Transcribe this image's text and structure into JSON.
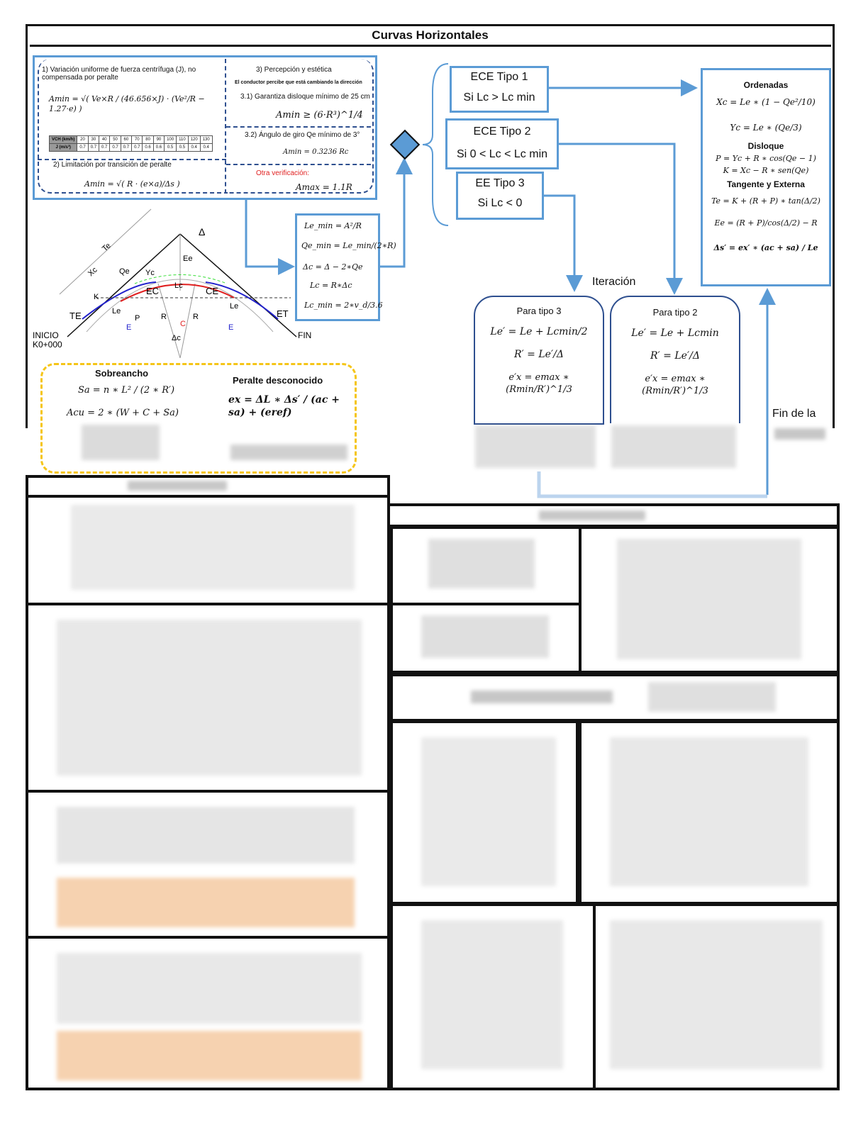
{
  "title": "Curvas Horizontales",
  "criteria_box": {
    "c1_title": "1) Variación uniforme de fuerza centrífuga (J), no compensada por peralte",
    "c1_formula": "Amin = √( Ve×R / (46.656×J) · (Ve²/R − 1.27·e) )",
    "table": {
      "row_headers": [
        "VCH (km/h)",
        "J (m/s³)"
      ],
      "speeds": [
        "20",
        "30",
        "40",
        "50",
        "60",
        "70",
        "80",
        "90",
        "100",
        "110",
        "120",
        "130"
      ],
      "j_values": [
        "0.7",
        "0.7",
        "0.7",
        "0.7",
        "0.7",
        "0.7",
        "0.6",
        "0.6",
        "0.5",
        "0.5",
        "0.4",
        "0.4"
      ]
    },
    "c2_title": "2) Limitación por transición de peralte",
    "c2_formula": "Amin = √( R · (e×a)/Δs )",
    "c3_title": "3) Percepción y estética",
    "c3_note": "El conductor percibe que está cambiando la dirección",
    "c31_title": "3.1) Garantiza disloque mínimo de 25 cm",
    "c31_formula": "Amin ≥ (6·R³)^1/4",
    "c32_title": "3.2) Ángulo de giro Qe mínimo de 3°",
    "c32_formula": "Amin = 0.3236 Rc",
    "other_title": "Otra verificación:",
    "other_formula": "Amax = 1.1R"
  },
  "diagram_labels": {
    "te_dim": "Te",
    "xc": "Xc",
    "k": "K",
    "qe": "Qe",
    "yc": "Yc",
    "ee": "Ee",
    "delta": "Δ",
    "ec": "EC",
    "ce": "CE",
    "lc": "Lc",
    "le": "Le",
    "p": "P",
    "r": "R",
    "e": "E",
    "c": "C",
    "delta_c": "Δc",
    "te": "TE",
    "et": "ET",
    "inicio": "INICIO",
    "k0": "K0+000",
    "fin": "FIN"
  },
  "min_formulas": [
    "Le_min = A²/R",
    "Qe_min = Le_min/(2∗R)",
    "Δc = Δ − 2∗Qe",
    "Lc = R∗Δc",
    "Lc_min = 2∗v_d/3.6"
  ],
  "flow": {
    "tipo1_title": "ECE Tipo 1",
    "tipo1_cond": "Si Lc > Lc min",
    "tipo2_title": "ECE Tipo 2",
    "tipo2_cond": "Si 0 < Lc < Lc min",
    "tipo3_title": "EE Tipo 3",
    "tipo3_cond": "Si Lc < 0",
    "iteracion": "Iteración",
    "fin_de_la": "Fin de la"
  },
  "ordenadas": {
    "h1": "Ordenadas",
    "xc": "Xc = Le ∗ (1 − Qe²/10)",
    "yc": "Yc = Le ∗ (Qe/3)",
    "h2": "Disloque",
    "p": "P = Yc + R ∗ cos(Qe − 1)",
    "k": "K = Xc − R ∗ sen(Qe)",
    "h3": "Tangente y Externa",
    "te": "Te = K + (R + P) ∗ tan(Δ/2)",
    "ee": "Ee = (R + P)/cos(Δ/2) − R",
    "ds": "Δs′ = ex′ ∗ (ac + sa) / Le"
  },
  "tipo3": {
    "title": "Para tipo 3",
    "f1": "Le′ = Le + Lcmin/2",
    "f2": "R′ = Le′/Δ",
    "f3": "e′x = emax ∗ (Rmin/R′)^1/3"
  },
  "tipo2": {
    "title": "Para tipo 2",
    "f1": "Le′ = Le + Lcmin",
    "f2": "R′ = Le′/Δ",
    "f3": "e′x = emax ∗ (Rmin/R′)^1/3"
  },
  "sobreancho": {
    "title": "Sobreancho",
    "f1": "Sa = n ∗ L² / (2 ∗ R′)",
    "f2": "Acu = 2 ∗ (W + C + Sa)"
  },
  "peralte": {
    "title": "Peralte desconocido",
    "f1": "ex = ΔL ∗ Δs′ / (ac + sa) + (eref)"
  },
  "colors": {
    "blue": "#5b9bd5",
    "dark_blue": "#2e4f8f",
    "yellow": "#f5c518",
    "red": "#e02020"
  }
}
